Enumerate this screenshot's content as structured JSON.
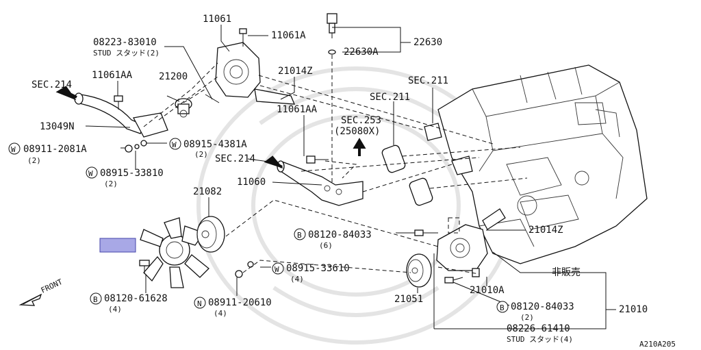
{
  "labels": {
    "p11061": "11061",
    "p11061A": "11061A",
    "p22630": "22630",
    "p22630A": "22630A",
    "stud1_no": "08223-83010",
    "stud1_desc": "STUD スタッド(2)",
    "sec214_top": "SEC.214",
    "p11061AA_top": "11061AA",
    "p21200": "21200",
    "p21014Z_top": "21014Z",
    "sec211_a": "SEC.211",
    "sec211_b": "SEC.211",
    "p13049N": "13049N",
    "w1_no": "08911-2081A",
    "w1_qty": "(2)",
    "w2_no": "08915-4381A",
    "w2_qty": "(2)",
    "p11061AA_mid": "11061AA",
    "sec253": "SEC.253",
    "sec253_sub": "(25080X)",
    "w3_no": "08915-33810",
    "w3_qty": "(2)",
    "sec214_mid": "SEC.214",
    "p11060": "11060",
    "p21082": "21082",
    "b1_no": "08120-84033",
    "b1_qty": "(6)",
    "p21014Z_low": "21014Z",
    "w4_no": "08915-33610",
    "w4_qty": "(4)",
    "hihanbai": "非販売",
    "p21010A": "21010A",
    "b2_no": "08120-61628",
    "b2_qty": "(4)",
    "n1_no": "08911-20610",
    "n1_qty": "(4)",
    "p21051": "21051",
    "b3_no": "08120-84033",
    "b3_qty": "(2)",
    "p21010": "21010",
    "stud2_no": "08226-61410",
    "stud2_desc": "STUD スタッド(4)",
    "front": "FRONT",
    "code": "A210A205",
    "pfx_W": "W",
    "pfx_B": "B",
    "pfx_N": "N"
  },
  "colors": {
    "highlight_fill": "#a8a8e6",
    "highlight_stroke": "#4444aa",
    "ink": "#111111"
  }
}
